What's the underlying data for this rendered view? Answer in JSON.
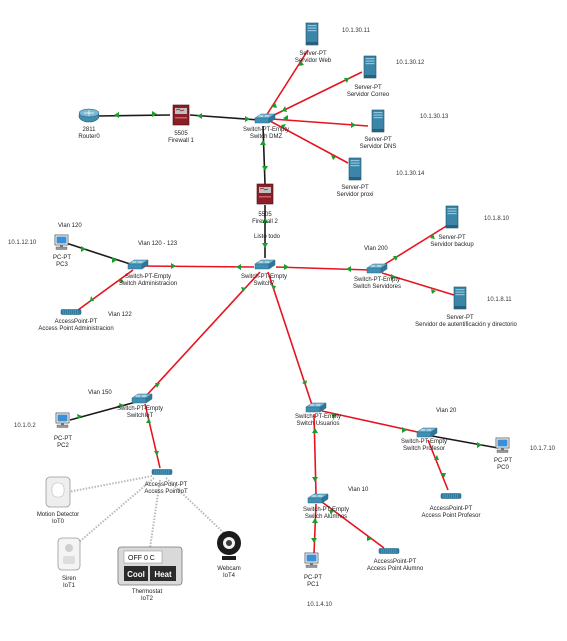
{
  "colors": {
    "link_red": "#e8131f",
    "link_black": "#1a1a1a",
    "link_iot": "#b9b9b9",
    "indicator": "#17a02a",
    "switch_blue": "#3f8fb2",
    "server_blue": "#3a85a8",
    "firewall_red": "#8a1f28"
  },
  "devices": {
    "router0": {
      "type_label": "2811",
      "name": "Router0"
    },
    "firewall1": {
      "type_label": "5505",
      "name": "Firewall 1"
    },
    "switch_dmz": {
      "type_label": "Switch-PT-Empty",
      "name": "Switch DMZ"
    },
    "server_web": {
      "type_label": "Server-PT",
      "name": "Servidor Web",
      "ip": "10.1.30.11"
    },
    "server_correo": {
      "type_label": "Server-PT",
      "name": "Servidor Correo",
      "ip": "10.1.30.12"
    },
    "server_dns": {
      "type_label": "Server-PT",
      "name": "Servidor DNS",
      "ip": "10.1.30.13"
    },
    "server_proxi": {
      "type_label": "Server-PT",
      "name": "Servidor proxi",
      "ip": "10.1.30.14"
    },
    "firewall2": {
      "type_label": "5505",
      "name": "Firewall 2"
    },
    "listo_todo": "Listo todo",
    "switch_core": {
      "type_label": "Switch-PT-Empty",
      "name": "Switch7"
    },
    "pc3": {
      "type_label": "PC-PT",
      "name": "PC3",
      "ip": "10.1.12.10"
    },
    "vlan120": "Vlan 120",
    "vlan120_123": "Vlan 120 - 123",
    "switch_admin": {
      "type_label": "Switch-PT-Empty",
      "name": "Switch Administracion"
    },
    "vlan122": "Vlan 122",
    "ap_admin": {
      "type_label": "AccessPoint-PT",
      "name": "Access Point Administracion"
    },
    "vlan200": "Vlan 200",
    "switch_servidores": {
      "type_label": "Switch-PT-Empty",
      "name": "Switch Servidores"
    },
    "server_backup": {
      "type_label": "Server-PT",
      "name": "Servidor backup",
      "ip": "10.1.8.10"
    },
    "server_auth": {
      "type_label": "Server-PT",
      "name": "Servidor de autentificación y directorio",
      "ip": "10.1.8.11"
    },
    "vlan150": "Vlan 150",
    "switch_iot": {
      "type_label": "Switch-PT-Empty",
      "name": "SwitchIoT"
    },
    "pc2": {
      "type_label": "PC-PT",
      "name": "PC2",
      "ip": "10.1.0.2"
    },
    "ap_iot": {
      "type_label": "AccessPoint-PT",
      "name": "Access PointIoT"
    },
    "motion": {
      "type_label": "Motion Detector",
      "name": "IoT0"
    },
    "siren": {
      "type_label": "Siren",
      "name": "IoT1"
    },
    "thermostat": {
      "type_label": "Thermostat",
      "name": "IoT2",
      "display": "OFF  0 C",
      "cool": "Cool",
      "heat": "Heat"
    },
    "webcam": {
      "type_label": "Webcam",
      "name": "IoT4"
    },
    "switch_usuarios": {
      "type_label": "Switch-PT-Empty",
      "name": "Switch Usuarios"
    },
    "vlan20": "Vlan 20",
    "switch_profesor": {
      "type_label": "Switch-PT-Empty",
      "name": "Switch Profesor"
    },
    "pc0": {
      "type_label": "PC-PT",
      "name": "PC0",
      "ip": "10.1.7.10"
    },
    "ap_profesor": {
      "type_label": "AccessPoint-PT",
      "name": "Access Point Profesor"
    },
    "vlan10": "Vlan 10",
    "switch_alumnos": {
      "type_label": "Switch-PT-Empty",
      "name": "Switch Alumnos"
    },
    "pc1": {
      "type_label": "PC-PT",
      "name": "PC1",
      "ip": "10.1.4.10"
    },
    "ap_alumno": {
      "type_label": "AccessPoint-PT",
      "name": "Access Point Alumno"
    }
  }
}
